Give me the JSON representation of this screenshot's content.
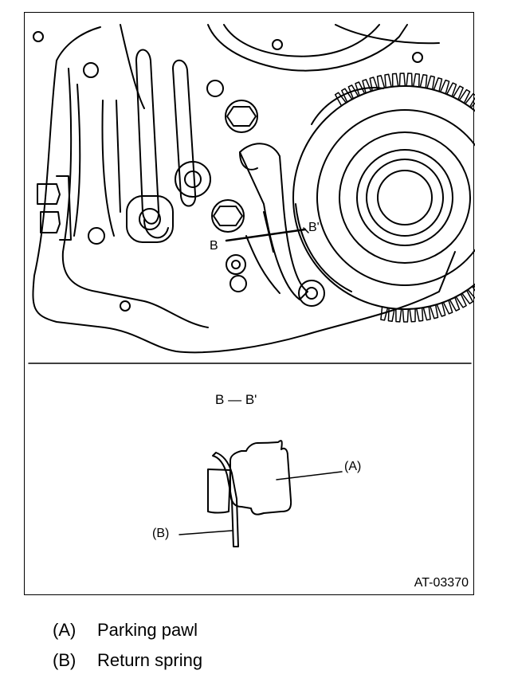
{
  "figure": {
    "id": "AT-03370",
    "section_points": {
      "start": "B",
      "end": "B'"
    },
    "section_title": {
      "left": "B",
      "dash": "—",
      "right": "B'"
    },
    "callouts": [
      {
        "key": "(A)",
        "target": "parking-pawl"
      },
      {
        "key": "(B)",
        "target": "return-spring"
      }
    ]
  },
  "legend": [
    {
      "key": "(A)",
      "text": "Parking pawl"
    },
    {
      "key": "(B)",
      "text": "Return spring"
    }
  ]
}
